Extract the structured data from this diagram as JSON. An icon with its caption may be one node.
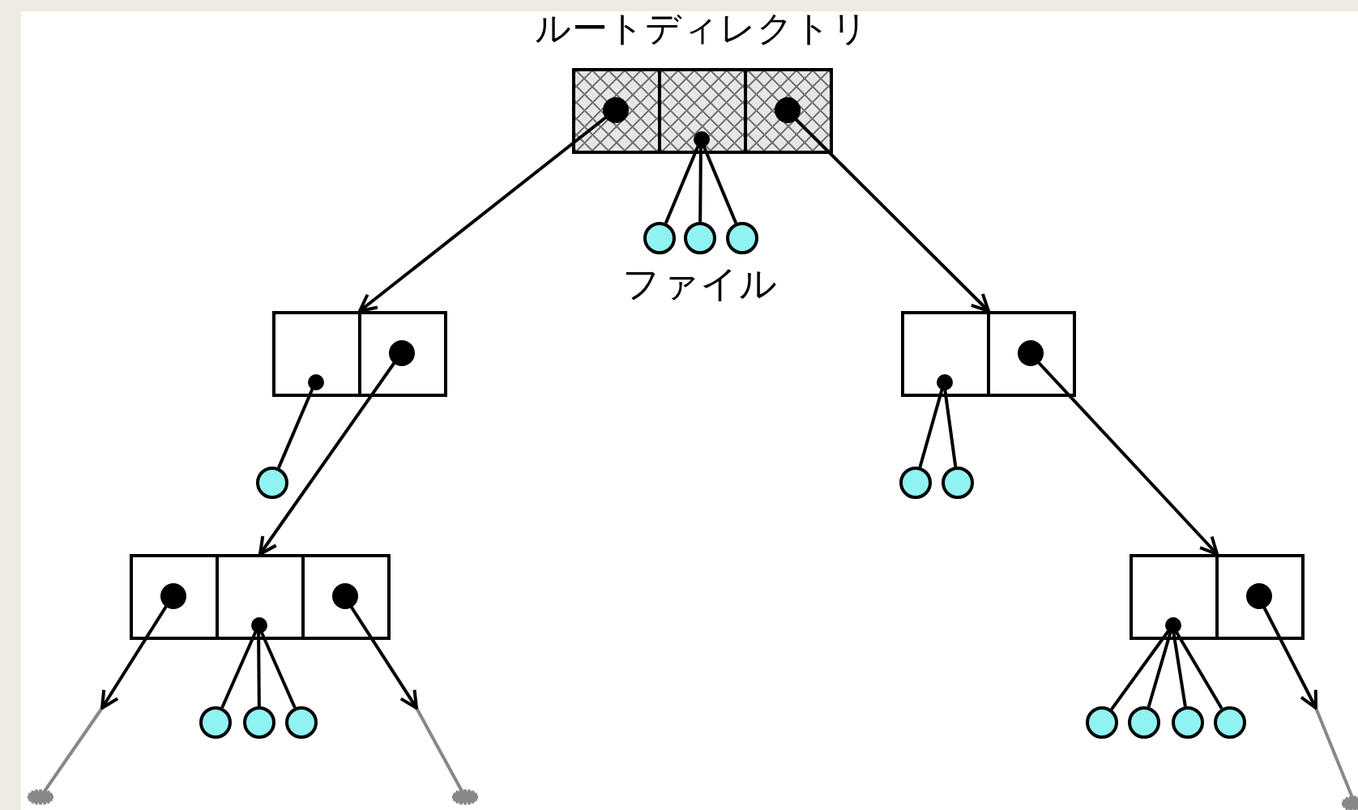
{
  "diagram": {
    "nodes": [
      {
        "text": [
          "ルートディレクトリ"
        ]
      },
      {
        "text": [],
        "shape": "box",
        "in": 0
      },
      {
        "text": [],
        "shape": "box",
        "in": 0
      },
      {
        "text": [],
        "shape": "box",
        "in": 0
      },
      {
        "text": [],
        "shape": "circle"
      },
      {
        "text": [],
        "shape": "circle"
      },
      {
        "text": [],
        "shape": "circle"
      },
      {
        "text": [],
        "shape": "box"
      },
      {
        "text": [],
        "shape": "box",
        "in": 7
      },
      {
        "text": [],
        "shape": "box",
        "in": 7
      },
      {
        "text": [],
        "shape": "circle"
      },
      {
        "text": [],
        "shape": "box"
      },
      {
        "text": [],
        "shape": "box",
        "in": 11
      },
      {
        "text": [],
        "shape": "box",
        "in": 11
      },
      {
        "text": [],
        "shape": "circle"
      },
      {
        "text": [],
        "shape": "circle"
      },
      {
        "text": [],
        "shape": "box"
      },
      {
        "text": [],
        "shape": "box",
        "in": 16
      },
      {
        "text": [],
        "shape": "box",
        "in": 16
      },
      {
        "text": [],
        "shape": "box",
        "in": 16
      },
      {
        "text": [],
        "shape": "circle"
      },
      {
        "text": [],
        "shape": "circle"
      },
      {
        "text": [],
        "shape": "circle"
      },
      {
        "text": [],
        "shape": "box"
      },
      {
        "text": [],
        "shape": "box",
        "in": 23
      },
      {
        "text": [],
        "shape": "box",
        "in": 23
      },
      {
        "text": [],
        "shape": "circle"
      },
      {
        "text": [],
        "shape": "circle"
      },
      {
        "text": [],
        "shape": "circle"
      },
      {
        "text": [],
        "shape": "circle"
      }
    ],
    "edges": [
      {
        "from": 1,
        "to": 7,
        "arrow": "to"
      },
      {
        "from": 3,
        "to": 11,
        "arrow": "to"
      },
      {
        "from": 2,
        "to": 4,
        "arrow": "none"
      },
      {
        "from": 2,
        "to": 5,
        "arrow": "none"
      },
      {
        "from": 2,
        "to": 6,
        "arrow": "none"
      },
      {
        "from": 9,
        "to": 16,
        "arrow": "to"
      },
      {
        "from": 8,
        "to": 10,
        "arrow": "none"
      },
      {
        "from": 13,
        "to": 23,
        "arrow": "to"
      },
      {
        "from": 12,
        "to": 14,
        "arrow": "none"
      },
      {
        "from": 12,
        "to": 15,
        "arrow": "none"
      },
      {
        "from": 17,
        "to": null,
        "arrow": "to"
      },
      {
        "from": 19,
        "to": null,
        "arrow": "to"
      },
      {
        "from": 18,
        "to": 20,
        "arrow": "none"
      },
      {
        "from": 18,
        "to": 21,
        "arrow": "none"
      },
      {
        "from": 18,
        "to": 22,
        "arrow": "none"
      },
      {
        "from": 25,
        "to": null,
        "arrow": "to"
      },
      {
        "from": 24,
        "to": 26,
        "arrow": "none"
      },
      {
        "from": 24,
        "to": 27,
        "arrow": "none"
      },
      {
        "from": 24,
        "to": 28,
        "arrow": "none"
      },
      {
        "from": 24,
        "to": 29,
        "arrow": "none"
      }
    ],
    "labels": [
      "ファイル"
    ]
  }
}
